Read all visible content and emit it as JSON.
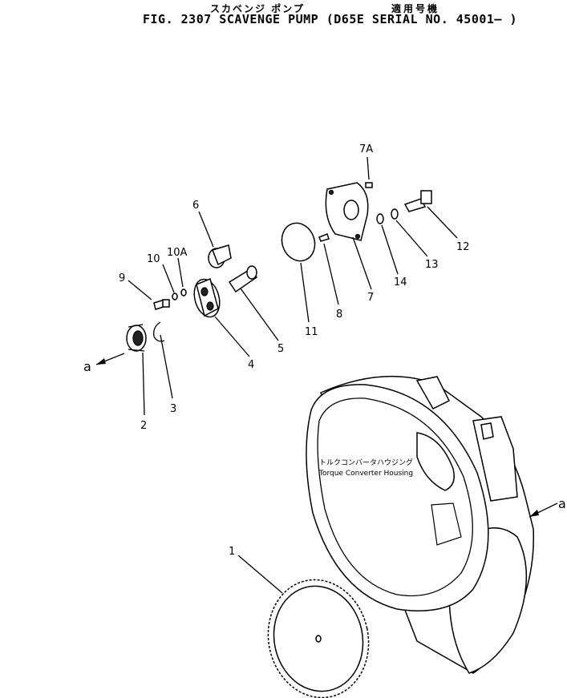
{
  "header": {
    "jp_title": "スカベンジ ポンプ",
    "jp_applicable": "適用号機",
    "fig_title": "FIG. 2307  SCAVENGE PUMP (D65E SERIAL NO. 45001– )"
  },
  "housing": {
    "label_jp": "トルクコンバータハウジング",
    "label_en": "Torque Converter Housing"
  },
  "arrow_labels": {
    "left": "a",
    "right": "a"
  },
  "parts": {
    "p1": "1",
    "p2": "2",
    "p3": "3",
    "p4": "4",
    "p5": "5",
    "p6": "6",
    "p7": "7",
    "p7a": "7A",
    "p8": "8",
    "p9": "9",
    "p10": "10",
    "p10a": "10A",
    "p11": "11",
    "p12": "12",
    "p13": "13",
    "p14": "14"
  }
}
